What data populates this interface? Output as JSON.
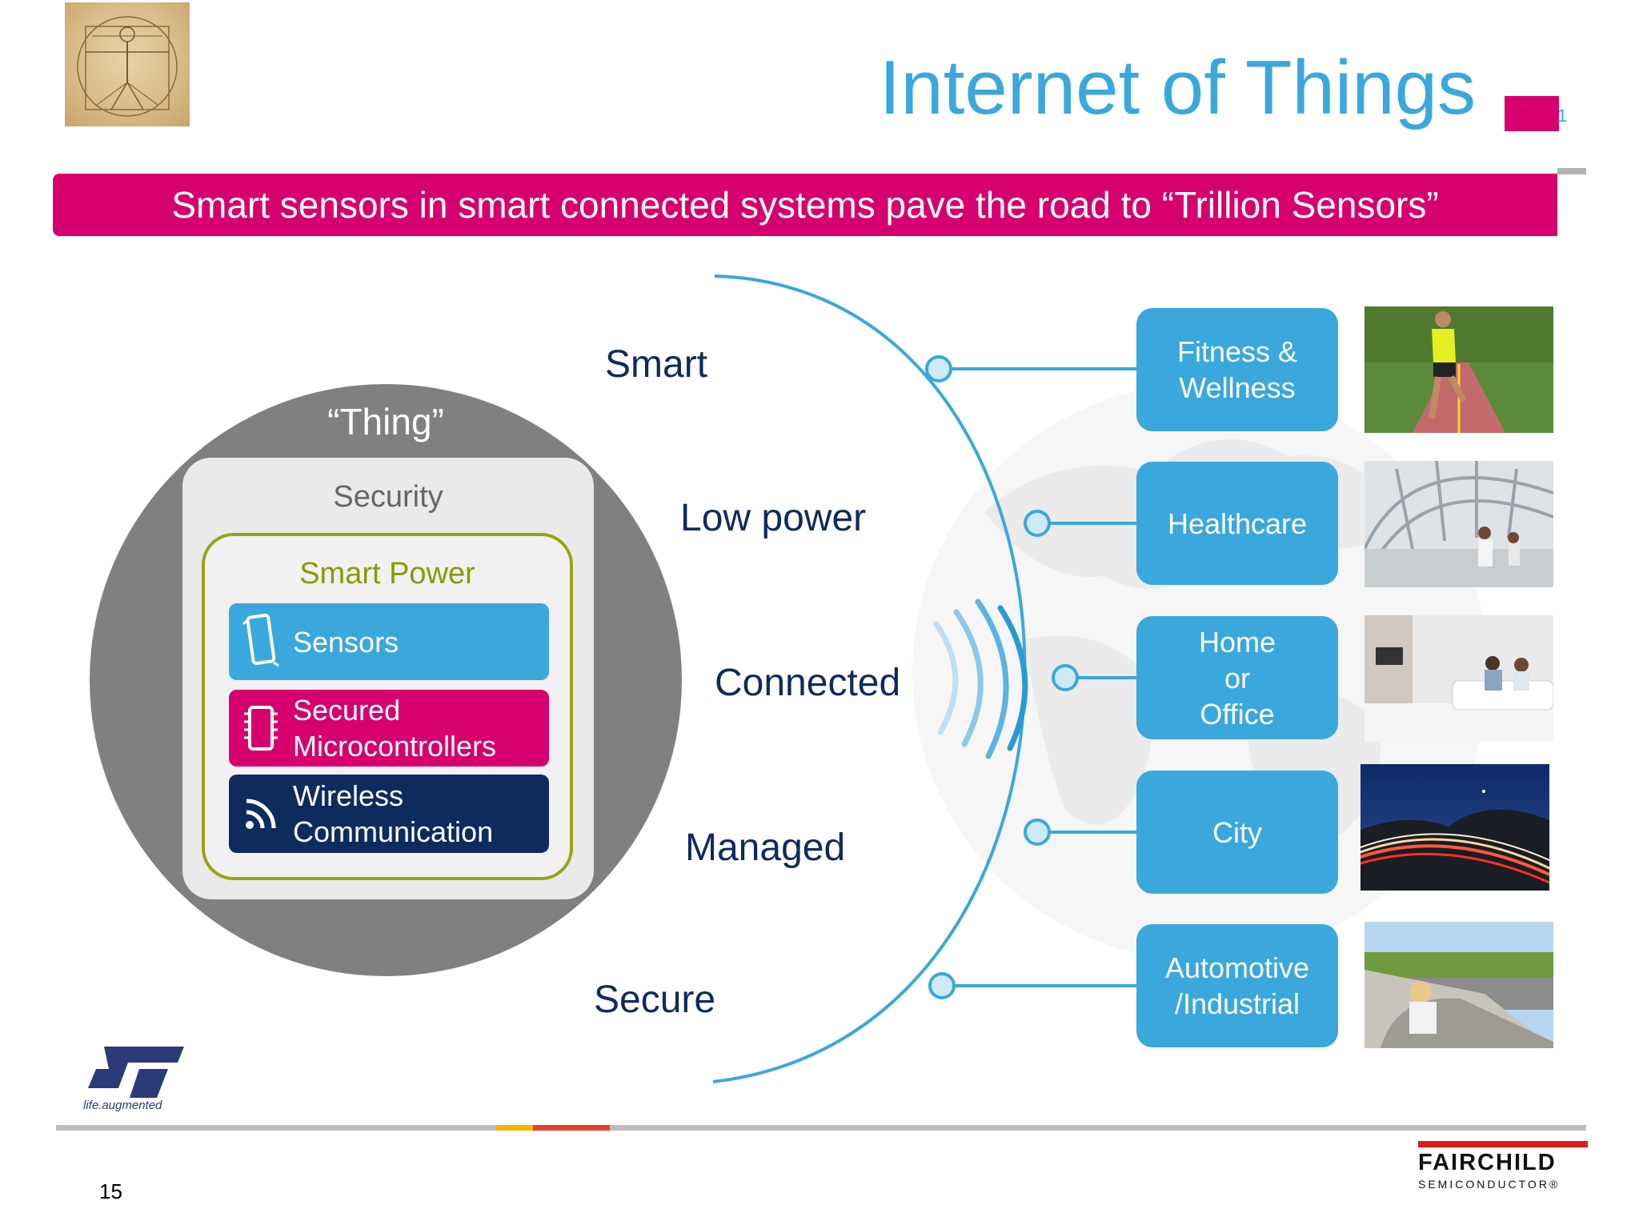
{
  "header": {
    "title": "Internet of Things",
    "title_square_mark": "1",
    "banner": "Smart sensors in smart connected systems pave the road to “Trillion Sensors”"
  },
  "thing": {
    "label": "“Thing”",
    "security": "Security",
    "smart_power": "Smart Power",
    "components": [
      {
        "label": "Sensors",
        "icon": "smartphone-icon"
      },
      {
        "label": "Secured\nMicrocontrollers",
        "icon": "microcontroller-chip-icon"
      },
      {
        "label": "Wireless\nCommunication",
        "icon": "wifi-signal-icon"
      }
    ]
  },
  "attributes": [
    "Smart",
    "Low power",
    "Connected",
    "Managed",
    "Secure"
  ],
  "domains": [
    {
      "label": "Fitness &\nWellness",
      "photo": "runner-photo"
    },
    {
      "label": "Healthcare",
      "photo": "healthcare-corridor-photo"
    },
    {
      "label": "Home\nor\nOffice",
      "photo": "living-room-photo"
    },
    {
      "label": "City",
      "photo": "city-night-traffic-photo"
    },
    {
      "label": "Automotive\n/Industrial",
      "photo": "convertible-car-photo"
    }
  ],
  "footer": {
    "page_number": "15",
    "st_tagline": "life.augmented",
    "fairchild_name": "FAIRCHILD",
    "fairchild_sub": "SEMICONDUCTOR®"
  },
  "colors": {
    "accent_blue": "#3aa8dc",
    "magenta": "#d6006f",
    "navy": "#0e2b5e",
    "olive": "#97a414",
    "gray": "#808080"
  }
}
